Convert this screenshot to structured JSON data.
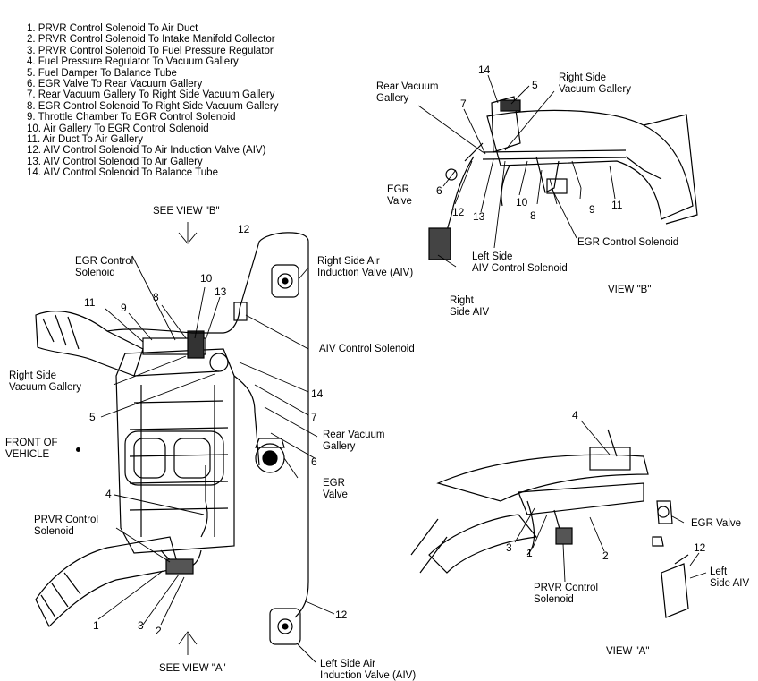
{
  "legend": [
    "1. PRVR Control Solenoid To Air Duct",
    "2. PRVR Control Solenoid To Intake Manifold Collector",
    "3. PRVR Control Solenoid To Fuel Pressure Regulator",
    "4. Fuel Pressure Regulator To Vacuum Gallery",
    "5. Fuel Damper To Balance Tube",
    "6. EGR Valve To Rear Vacuum Gallery",
    "7. Rear Vacuum Gallery To Right Side Vacuum Gallery",
    "8. EGR Control Solenoid To Right Side Vacuum Gallery",
    "9. Throttle Chamber To EGR Control Solenoid",
    "10. Air Gallery To EGR Control Solenoid",
    "11. Air Duct To Air Gallery",
    "12. AIV Control Solenoid To Air Induction Valve (AIV)",
    "13. AIV Control Solenoid To Air Gallery",
    "14. AIV Control Solenoid To Balance Tube"
  ],
  "main": {
    "see_view_b": "SEE VIEW \"B\"",
    "see_view_a": "SEE VIEW \"A\"",
    "egr_control_solenoid": [
      "EGR Control",
      "Solenoid"
    ],
    "right_side_aiv": [
      "Right Side Air",
      "Induction Valve (AIV)"
    ],
    "aiv_control_solenoid": "AIV Control Solenoid",
    "right_side_vacuum_gallery": [
      "Right Side",
      "Vacuum Gallery"
    ],
    "front_of_vehicle": [
      "FRONT OF",
      "VEHICLE"
    ],
    "rear_vacuum_gallery": [
      "Rear Vacuum",
      "Gallery"
    ],
    "egr_valve": [
      "EGR",
      "Valve"
    ],
    "prvr_control_solenoid": [
      "PRVR Control",
      "Solenoid"
    ],
    "left_side_aiv": [
      "Left Side Air",
      "Induction Valve (AIV)"
    ],
    "numbers": {
      "n12_top": "12",
      "n10": "10",
      "n8": "8",
      "n13": "13",
      "n11": "11",
      "n9": "9",
      "n14": "14",
      "n5": "5",
      "n7": "7",
      "n6": "6",
      "n4": "4",
      "n1": "1",
      "n3": "3",
      "n2": "2",
      "n12_bottom": "12"
    }
  },
  "view_b": {
    "title": "VIEW \"B\"",
    "rear_vacuum_gallery": [
      "Rear Vacuum",
      "Gallery"
    ],
    "right_side_vacuum_gallery": [
      "Right Side",
      "Vacuum Gallery"
    ],
    "egr_valve": [
      "EGR",
      "Valve"
    ],
    "egr_control_solenoid": "EGR Control Solenoid",
    "left_side_aiv_control_solenoid": [
      "Left Side",
      "AIV Control Solenoid"
    ],
    "right_side_aiv": [
      "Right",
      "Side AIV"
    ],
    "numbers": {
      "n14": "14",
      "n5": "5",
      "n7": "7",
      "n6": "6",
      "n12": "12",
      "n13": "13",
      "n10": "10",
      "n8": "8",
      "n9": "9",
      "n11": "11"
    }
  },
  "view_a": {
    "title": "VIEW \"A\"",
    "egr_valve": "EGR Valve",
    "prvr_control_solenoid": [
      "PRVR Control",
      "Solenoid"
    ],
    "left_side_aiv": [
      "Left",
      "Side AIV"
    ],
    "numbers": {
      "n4": "4",
      "n3": "3",
      "n1": "1",
      "n2": "2",
      "n12": "12"
    }
  }
}
